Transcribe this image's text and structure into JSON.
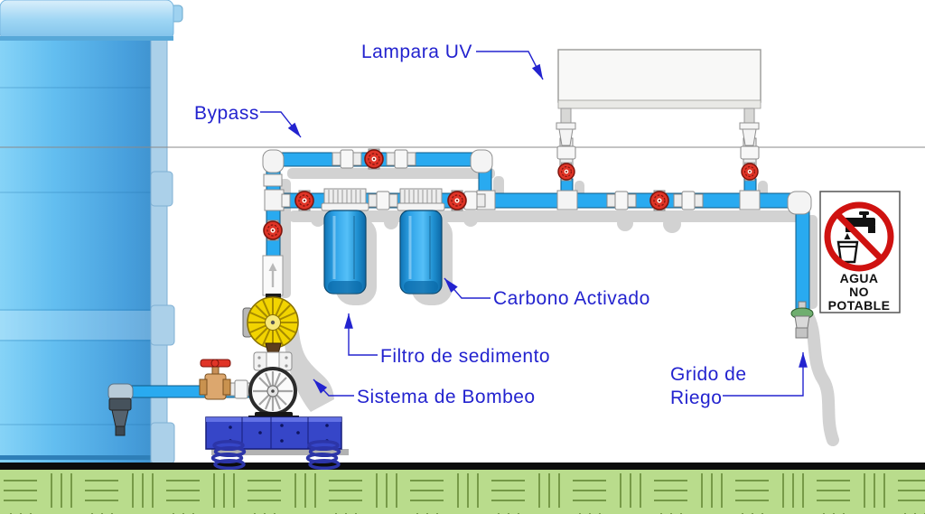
{
  "diagram": {
    "labels": {
      "uv_lamp": "Lampara UV",
      "bypass": "Bypass",
      "activated_carbon": "Carbono Activado",
      "sediment_filter": "Filtro de sedimento",
      "pump_system": "Sistema de Bombeo",
      "irrigation_tap_line1": "Grido de",
      "irrigation_tap_line2": "Riego"
    },
    "sign": {
      "icon": "no-drinking-water-icon",
      "line1": "AGUA",
      "line2": "NO",
      "line3": "POTABLE"
    },
    "colors": {
      "label-blue": "#2323cf",
      "pipe-blue": "#29aaf0",
      "valve-red": "#e03427",
      "tank-blue": "#5fb9ee",
      "ground-green": "#b9dc8c",
      "ground-line": "#6b8f3c",
      "sign-red": "#cf1210",
      "base-blue": "#3646c8",
      "fan-yellow": "#f2d400"
    }
  }
}
